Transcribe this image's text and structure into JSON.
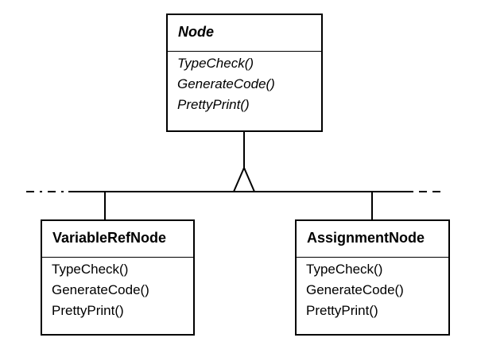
{
  "diagram": {
    "base_class": {
      "name": "Node",
      "abstract": true,
      "operations": [
        "TypeCheck()",
        "GenerateCode()",
        "PrettyPrint()"
      ]
    },
    "subclasses": [
      {
        "name": "VariableRefNode",
        "operations": [
          "TypeCheck()",
          "GenerateCode()",
          "PrettyPrint()"
        ]
      },
      {
        "name": "AssignmentNode",
        "operations": [
          "TypeCheck()",
          "GenerateCode()",
          "PrettyPrint()"
        ]
      }
    ],
    "relationship": "inheritance",
    "colors": {
      "stroke": "#000000",
      "background": "#ffffff"
    }
  }
}
